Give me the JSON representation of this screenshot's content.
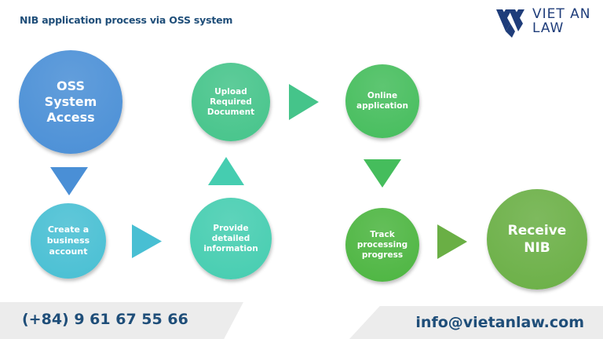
{
  "title": "NIB application process via OSS system",
  "logo": {
    "line1": "VIET AN",
    "line2": "LAW",
    "color": "#1f3d7a"
  },
  "nodes": [
    {
      "id": "oss-access",
      "label": "OSS\nSystem\nAccess",
      "color": "#4a8fd6"
    },
    {
      "id": "create-account",
      "label": "Create a\nbusiness\naccount",
      "color": "#48bfd3"
    },
    {
      "id": "provide-info",
      "label": "Provide\ndetailed\ninformation",
      "color": "#45cdb0"
    },
    {
      "id": "upload-docs",
      "label": "Upload\nRequired\nDocument",
      "color": "#45c48a"
    },
    {
      "id": "online-application",
      "label": "Online\napplication",
      "color": "#45bd5c"
    },
    {
      "id": "track-progress",
      "label": "Track\nprocessing\nprogress",
      "color": "#4cb540"
    },
    {
      "id": "receive-nib",
      "label": "Receive\nNIB",
      "color": "#6aaf45"
    }
  ],
  "arrows": [
    {
      "from": "oss-access",
      "to": "create-account",
      "direction": "down",
      "color": "#4a8fd6"
    },
    {
      "from": "create-account",
      "to": "provide-info",
      "direction": "right",
      "color": "#48bfd3"
    },
    {
      "from": "provide-info",
      "to": "upload-docs",
      "direction": "up",
      "color": "#45cdb0"
    },
    {
      "from": "upload-docs",
      "to": "online-application",
      "direction": "right",
      "color": "#45c48a"
    },
    {
      "from": "online-application",
      "to": "track-progress",
      "direction": "down",
      "color": "#45bd5c"
    },
    {
      "from": "track-progress",
      "to": "receive-nib",
      "direction": "right",
      "color": "#6aaf45"
    }
  ],
  "footer": {
    "phone": "(+84) 9 61 67 55 66",
    "email": "info@vietanlaw.com"
  }
}
